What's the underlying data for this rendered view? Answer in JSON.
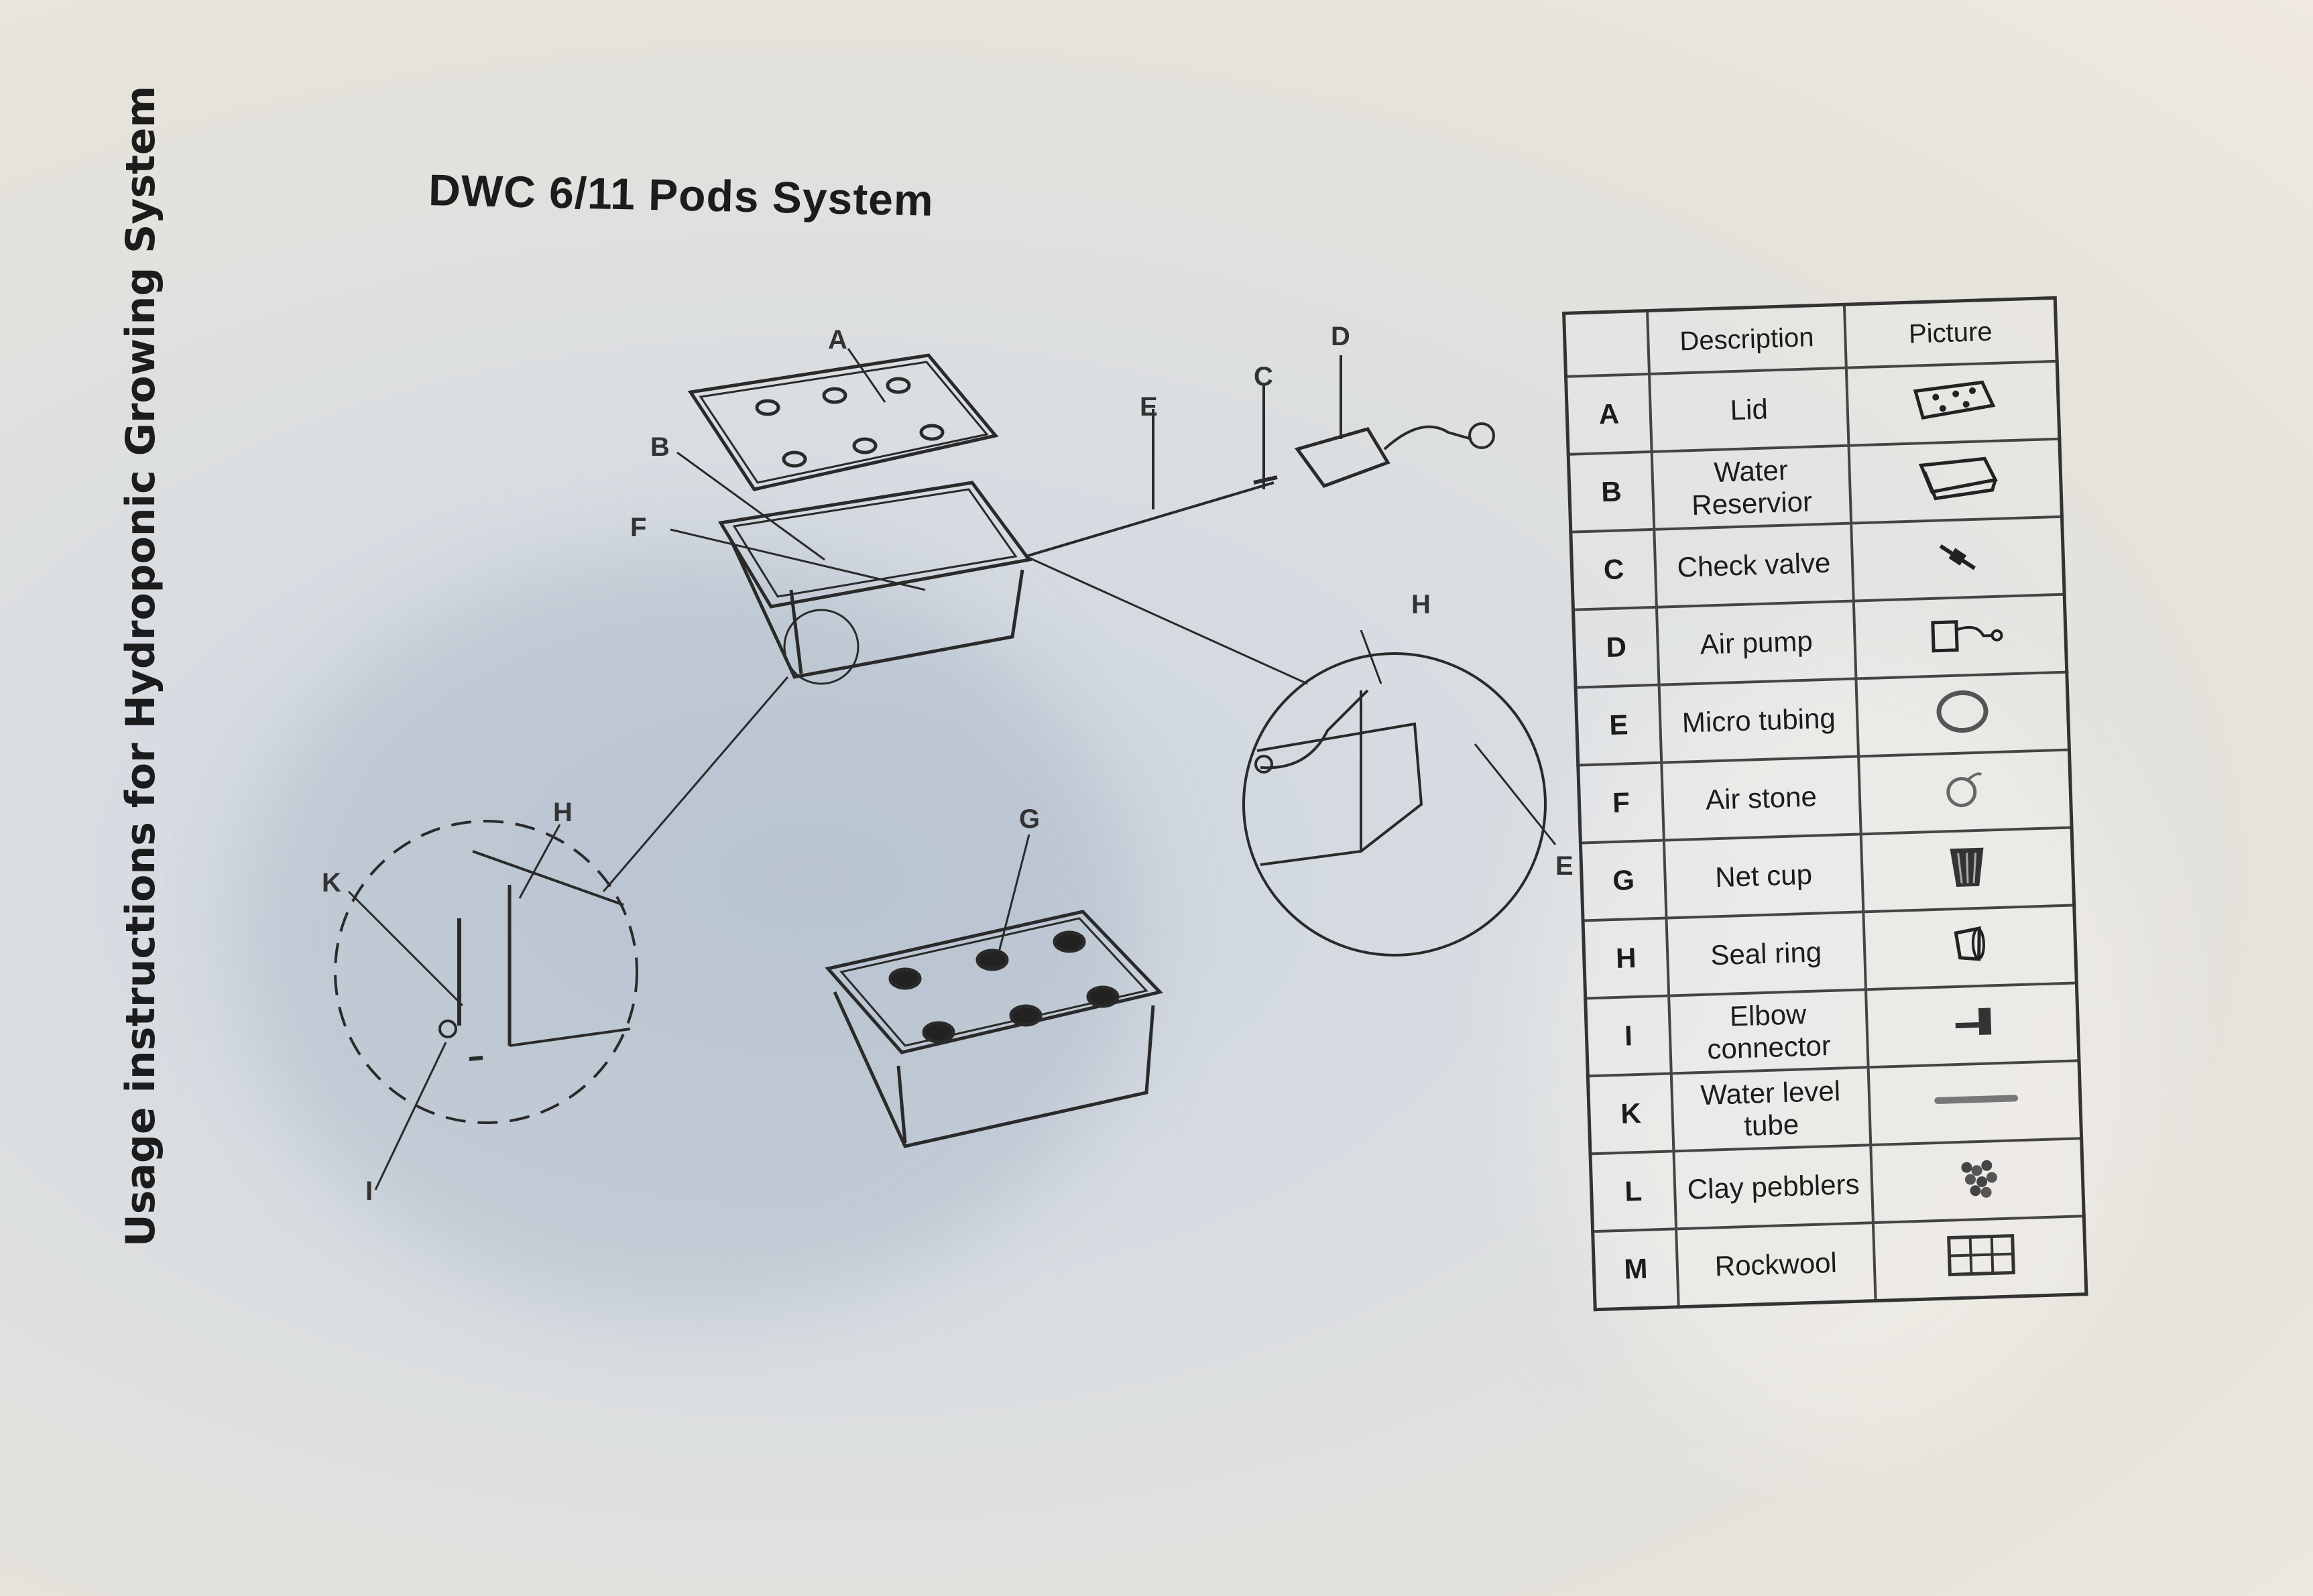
{
  "title": "DWC 6/11 Pods System",
  "side_title": "Usage instructions for Hydroponic Growing System",
  "diagram_labels": {
    "a": "A",
    "b": "B",
    "c": "C",
    "d": "D",
    "e": "E",
    "e2": "E",
    "f": "F",
    "g": "G",
    "h1": "H",
    "h2": "H",
    "i": "I",
    "k": "K"
  },
  "table": {
    "headers": [
      "",
      "Description",
      "Picture"
    ],
    "rows": [
      {
        "letter": "A",
        "description": "Lid",
        "icon": "lid-icon"
      },
      {
        "letter": "B",
        "description": "Water Reservior",
        "icon": "reservoir-icon"
      },
      {
        "letter": "C",
        "description": "Check valve",
        "icon": "check-valve-icon"
      },
      {
        "letter": "D",
        "description": "Air pump",
        "icon": "air-pump-icon"
      },
      {
        "letter": "E",
        "description": "Micro tubing",
        "icon": "tubing-icon"
      },
      {
        "letter": "F",
        "description": "Air stone",
        "icon": "air-stone-icon"
      },
      {
        "letter": "G",
        "description": "Net cup",
        "icon": "net-cup-icon"
      },
      {
        "letter": "H",
        "description": "Seal ring",
        "icon": "seal-ring-icon"
      },
      {
        "letter": "I",
        "description": "Elbow connector",
        "icon": "elbow-connector-icon"
      },
      {
        "letter": "K",
        "description": "Water level tube",
        "icon": "water-level-tube-icon"
      },
      {
        "letter": "L",
        "description": "Clay pebblers",
        "icon": "clay-pebbles-icon"
      },
      {
        "letter": "M",
        "description": "Rockwool",
        "icon": "rockwool-icon"
      }
    ]
  }
}
